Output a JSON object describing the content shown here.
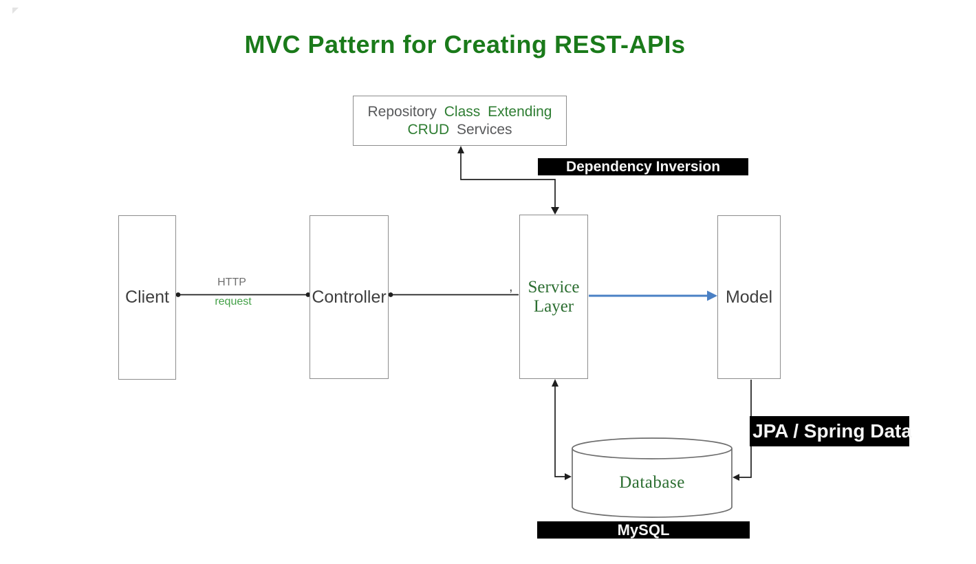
{
  "title": "MVC Pattern for Creating REST-APIs",
  "colors": {
    "title_green": "#1a7a1a",
    "green_text": "#2e7d32",
    "serif_green": "#2c6e31",
    "request_green": "#43a047",
    "gray_text": "#58595b",
    "http_gray": "#6e6e6e",
    "node_text": "#3f3f3f",
    "box_border": "#8c8c8c",
    "cylinder_border": "#6e6e6e",
    "connector": "#1f1f1f",
    "flow_blue": "#4a80c4",
    "label_bg": "#000000",
    "label_text": "#f5f5f5"
  },
  "repository_box": {
    "line1_gray": "Repository",
    "line1_green": "Class Extending",
    "line2_green": "CRUD",
    "line2_gray": "Services"
  },
  "nodes": {
    "client": "Client",
    "controller": "Controller",
    "service_line1": "Service",
    "service_line2": "Layer",
    "model": "Model",
    "database": "Database"
  },
  "edge_labels": {
    "http": "HTTP",
    "request": "request",
    "dependency_inversion": "Dependency Inversion",
    "jpa_spring_data": "JPA / Spring Data",
    "mysql": "MySQL"
  },
  "artifacts": {
    "stray_mark": ","
  }
}
